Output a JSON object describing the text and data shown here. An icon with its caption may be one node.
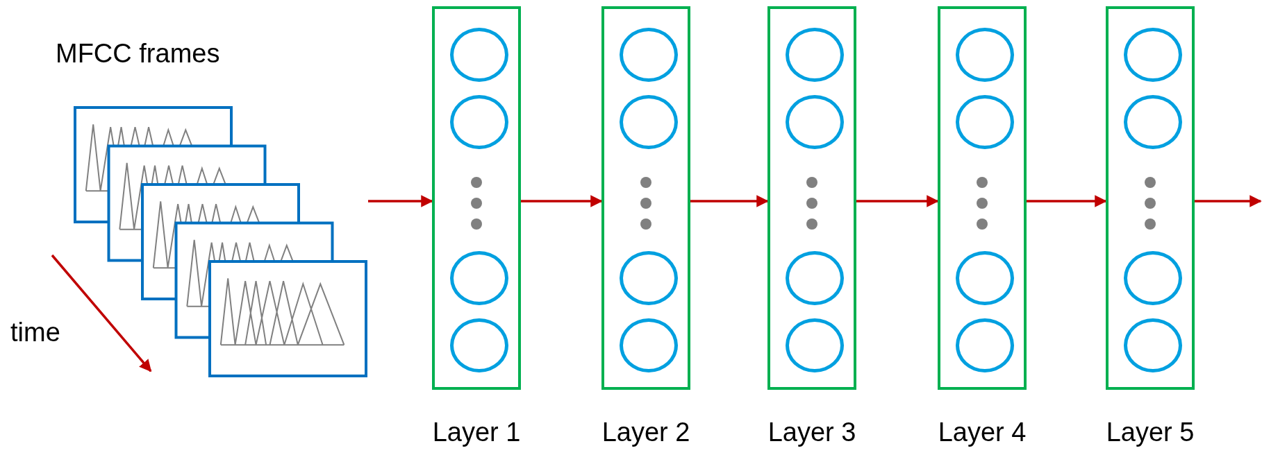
{
  "diagram": {
    "nodes": [
      {
        "text": [
          "MFCC frames"
        ]
      },
      {
        "text": [
          "Layer 1"
        ]
      },
      {
        "text": [],
        "shape": "circle",
        "in": 1
      },
      {
        "text": [],
        "shape": "circle",
        "in": 1
      },
      {
        "text": [],
        "shape": "circle",
        "in": 1
      },
      {
        "text": [],
        "shape": "circle",
        "in": 1
      },
      {
        "text": [
          "Layer 2"
        ]
      },
      {
        "text": [],
        "shape": "circle",
        "in": 6
      },
      {
        "text": [],
        "shape": "circle",
        "in": 6
      },
      {
        "text": [],
        "shape": "circle",
        "in": 6
      },
      {
        "text": [],
        "shape": "circle",
        "in": 6
      },
      {
        "text": [
          "Layer 3"
        ]
      },
      {
        "text": [],
        "shape": "circle",
        "in": 11
      },
      {
        "text": [],
        "shape": "circle",
        "in": 11
      },
      {
        "text": [],
        "shape": "circle",
        "in": 11
      },
      {
        "text": [],
        "shape": "circle",
        "in": 11
      },
      {
        "text": [
          "Layer 4"
        ]
      },
      {
        "text": [],
        "shape": "circle",
        "in": 16
      },
      {
        "text": [],
        "shape": "circle",
        "in": 16
      },
      {
        "text": [],
        "shape": "circle",
        "in": 16
      },
      {
        "text": [],
        "shape": "circle",
        "in": 16
      },
      {
        "text": [
          "Layer 5"
        ]
      },
      {
        "text": [],
        "shape": "circle",
        "in": 21
      },
      {
        "text": [],
        "shape": "circle",
        "in": 21
      },
      {
        "text": [],
        "shape": "circle",
        "in": 21
      },
      {
        "text": [],
        "shape": "circle",
        "in": 21
      }
    ],
    "edges": [
      {
        "from": 0,
        "to": 1,
        "arrow": "to"
      },
      {
        "from": 1,
        "to": 6,
        "arrow": "to"
      },
      {
        "from": 6,
        "to": 11,
        "arrow": "to"
      },
      {
        "from": 11,
        "to": 16,
        "arrow": "to"
      },
      {
        "from": 16,
        "to": 21,
        "arrow": "to"
      },
      {
        "from": 21,
        "to": null,
        "arrow": "to"
      }
    ],
    "labels": [
      "time"
    ]
  }
}
